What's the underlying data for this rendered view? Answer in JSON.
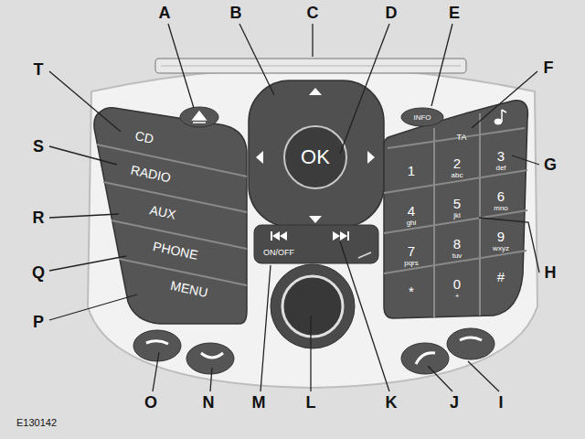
{
  "diagram": {
    "labels": [
      "A",
      "B",
      "C",
      "D",
      "E",
      "F",
      "G",
      "H",
      "I",
      "J",
      "K",
      "L",
      "M",
      "N",
      "O",
      "P",
      "Q",
      "R",
      "S",
      "T",
      "CD",
      "RADIO",
      "AUX",
      "PHONE",
      "MENU",
      "OK",
      "INFO",
      "TA",
      "ON/OFF",
      "1",
      "2",
      "abc",
      "3",
      "def",
      "4",
      "ghi",
      "5",
      "jkl",
      "6",
      "mno",
      "7",
      "pqrs",
      "8",
      "tuv",
      "9",
      "wxyz",
      "*",
      "0",
      "+",
      "#",
      "E130142"
    ]
  }
}
